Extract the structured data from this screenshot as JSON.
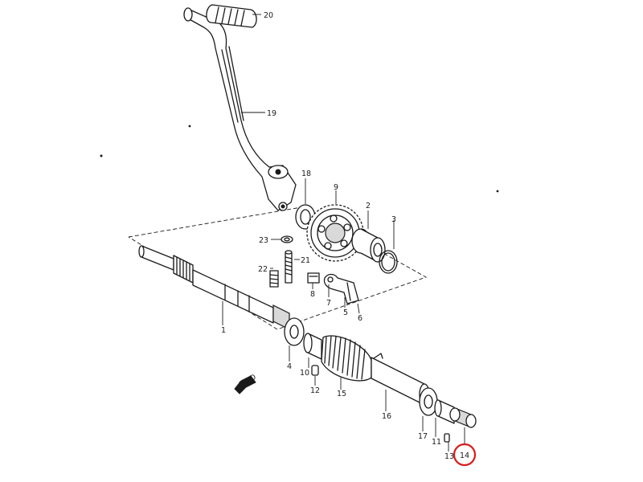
{
  "parts": [
    {
      "id": "p1",
      "label": "1"
    },
    {
      "id": "p2",
      "label": "2"
    },
    {
      "id": "p3",
      "label": "3"
    },
    {
      "id": "p4",
      "label": "4"
    },
    {
      "id": "p5",
      "label": "5"
    },
    {
      "id": "p6",
      "label": "6"
    },
    {
      "id": "p7",
      "label": "7"
    },
    {
      "id": "p8",
      "label": "8"
    },
    {
      "id": "p9",
      "label": "9"
    },
    {
      "id": "p10",
      "label": "10"
    },
    {
      "id": "p11",
      "label": "11"
    },
    {
      "id": "p12",
      "label": "12"
    },
    {
      "id": "p13",
      "label": "13"
    },
    {
      "id": "p14",
      "label": "14"
    },
    {
      "id": "p15",
      "label": "15"
    },
    {
      "id": "p16",
      "label": "16"
    },
    {
      "id": "p17",
      "label": "17"
    },
    {
      "id": "p18",
      "label": "18"
    },
    {
      "id": "p19",
      "label": "19"
    },
    {
      "id": "p20",
      "label": "20"
    },
    {
      "id": "p21",
      "label": "21"
    },
    {
      "id": "p22",
      "label": "22"
    },
    {
      "id": "p23",
      "label": "23"
    }
  ],
  "highlighted_part": "14",
  "highlight_color": "#d81c1c",
  "direction_marker": {
    "text": "FWD"
  }
}
